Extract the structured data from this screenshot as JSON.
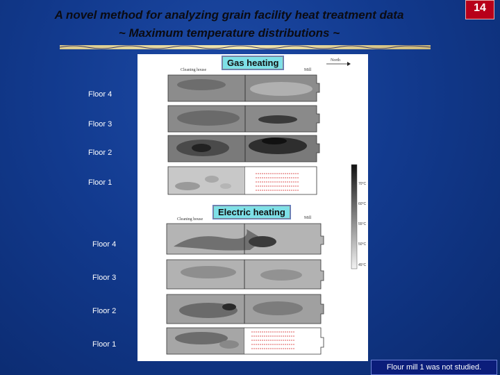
{
  "slide": {
    "title_line1": "A novel method for analyzing grain facility heat treatment data",
    "title_line2": "~  Maximum temperature distributions ~",
    "page_number": "14",
    "note": "Flour mill 1 was not studied."
  },
  "gas_section": {
    "label": "Gas heating",
    "map_labels": {
      "cleaning_house": "Cleaning house",
      "mill": "Mill",
      "north": "North"
    },
    "floors": [
      "Floor 4",
      "Floor 3",
      "Floor 2",
      "Floor 1"
    ]
  },
  "electric_section": {
    "label": "Electric heating",
    "map_labels": {
      "cleaning_house": "Cleaning house",
      "mill": "Mill"
    },
    "floors": [
      "Floor 4",
      "Floor 3",
      "Floor 2",
      "Floor 1"
    ]
  },
  "legend": {
    "ticks": [
      "70°C",
      "60°C",
      "55°C",
      "50°C",
      "45°C"
    ]
  }
}
